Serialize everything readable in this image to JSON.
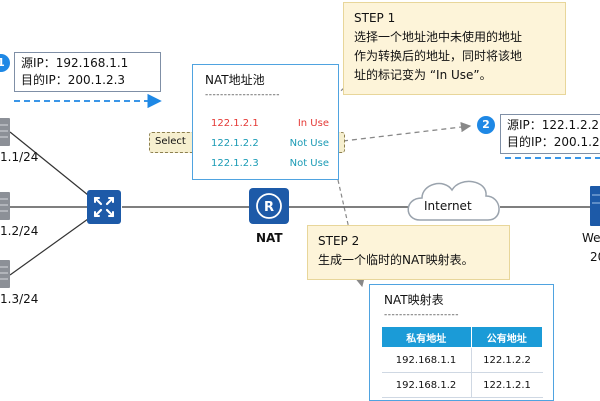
{
  "left_packet": {
    "badge": "1",
    "src_label": "源IP：192.168.1.1",
    "dst_label": "目的IP：200.1.2.3"
  },
  "right_packet": {
    "badge": "2",
    "src_label": "源IP：122.1.2.2",
    "dst_label": "目的IP：200.1.2."
  },
  "host_labels": [
    "1.1/24",
    "1.2/24",
    "1.3/24"
  ],
  "nat_pool": {
    "title": "NAT地址池",
    "divider": "--------------------",
    "rows": [
      {
        "ip": "122.1.2.1",
        "status": "In Use"
      },
      {
        "ip": "122.1.2.2",
        "status": "Not Use"
      },
      {
        "ip": "122.1.2.3",
        "status": "Not Use"
      }
    ],
    "select_label": "Select"
  },
  "step1": {
    "title": "STEP 1",
    "text1": "选择一个地址池中未使用的地址",
    "text2": "作为转换后的地址，同时将该地",
    "text3": "址的标记变为 “In Use”。"
  },
  "step2": {
    "title": "STEP 2",
    "text": "生成一个临时的NAT映射表。"
  },
  "nat_label": "NAT",
  "internet_label": "Internet",
  "web_label": "We",
  "web_sub_label": "20",
  "mapping_table": {
    "title": "NAT映射表",
    "divider": "--------------------",
    "headers": [
      "私有地址",
      "公有地址"
    ],
    "rows": [
      [
        "192.168.1.1",
        "122.1.2.2"
      ],
      [
        "192.168.1.2",
        "122.1.2.1"
      ]
    ]
  },
  "colors": {
    "device_blue": "#1d5aa8",
    "accent_blue": "#1e88e5",
    "in_use_red": "#e53935",
    "not_use_teal": "#1a9bb5",
    "step_bg": "#fdf4d9"
  }
}
